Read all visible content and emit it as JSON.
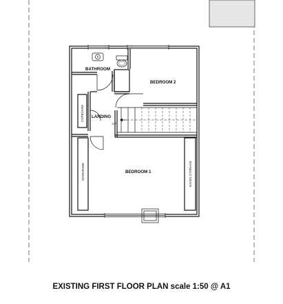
{
  "title": "EXISTING FIRST FLOOR PLAN scale 1:50 @ A1",
  "rooms": {
    "bathroom": "BATHROOM",
    "bedroom_2": "BEDROOM 2",
    "landing": "LANDING",
    "bedroom_1": "BEDROOM 1"
  },
  "storage": {
    "cupboard": "CUPBOARD",
    "wardrobe": "WARDROBE",
    "eaves_storage": "EAVES STORAGE"
  },
  "stair_direction": "UP",
  "colors": {
    "line": "#111111",
    "title_block": "#e6e6e6",
    "background": "#ffffff"
  }
}
